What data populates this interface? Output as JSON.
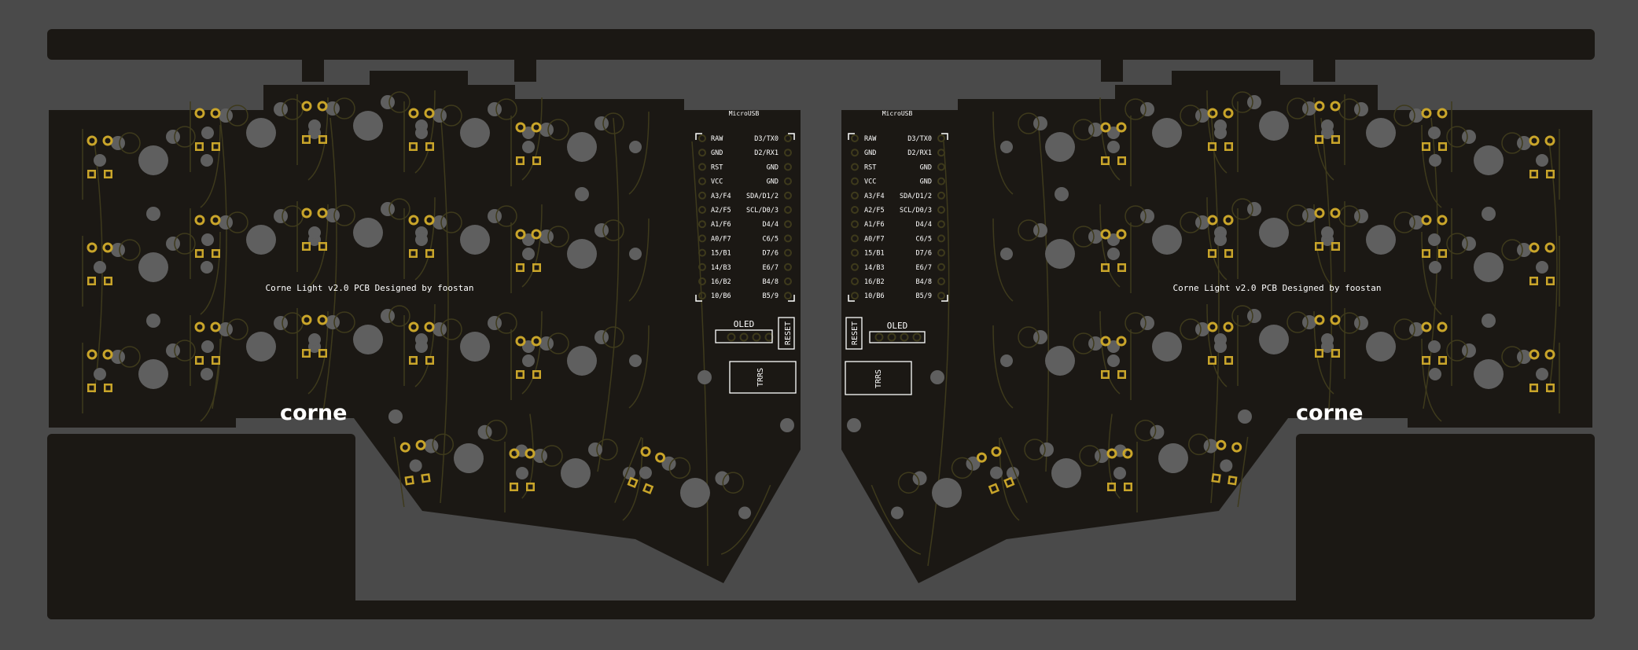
{
  "colors": {
    "background": "#4a4a4a",
    "board": "#1b1814",
    "trace": "#3e3a1c",
    "pad": "#c9a52a",
    "hole": "#5f5f5f",
    "silkscreen": "#ffffff"
  },
  "left": {
    "design_label": "Corne Light v2.0 PCB Designed by foostan",
    "logo": "corne",
    "usb_label": "MicroUSB",
    "pins_left": [
      "RAW",
      "GND",
      "RST",
      "VCC",
      "A3/F4",
      "A2/F5",
      "A1/F6",
      "A0/F7",
      "15/B1",
      "14/B3",
      "16/B2",
      "10/B6"
    ],
    "pins_right": [
      "D3/TX0",
      "D2/RX1",
      "GND",
      "GND",
      "SDA/D1/2",
      "SCL/D0/3",
      "D4/4",
      "C6/5",
      "D7/6",
      "E6/7",
      "B4/8",
      "B5/9"
    ],
    "oled_label": "OLED",
    "reset_label": "RESET",
    "trrs_label": "TRRS"
  },
  "right": {
    "design_label": "Corne Light v2.0 PCB Designed by foostan",
    "logo": "corne",
    "usb_label": "MicroUSB",
    "pins_left": [
      "RAW",
      "GND",
      "RST",
      "VCC",
      "A3/F4",
      "A2/F5",
      "A1/F6",
      "A0/F7",
      "15/B1",
      "14/B3",
      "16/B2",
      "10/B6"
    ],
    "pins_right": [
      "D3/TX0",
      "D2/RX1",
      "GND",
      "GND",
      "SDA/D1/2",
      "SCL/D0/3",
      "D4/4",
      "C6/5",
      "D7/6",
      "E6/7",
      "B4/8",
      "B5/9"
    ],
    "oled_label": "OLED",
    "reset_label": "RESET",
    "trrs_label": "TRRS"
  }
}
